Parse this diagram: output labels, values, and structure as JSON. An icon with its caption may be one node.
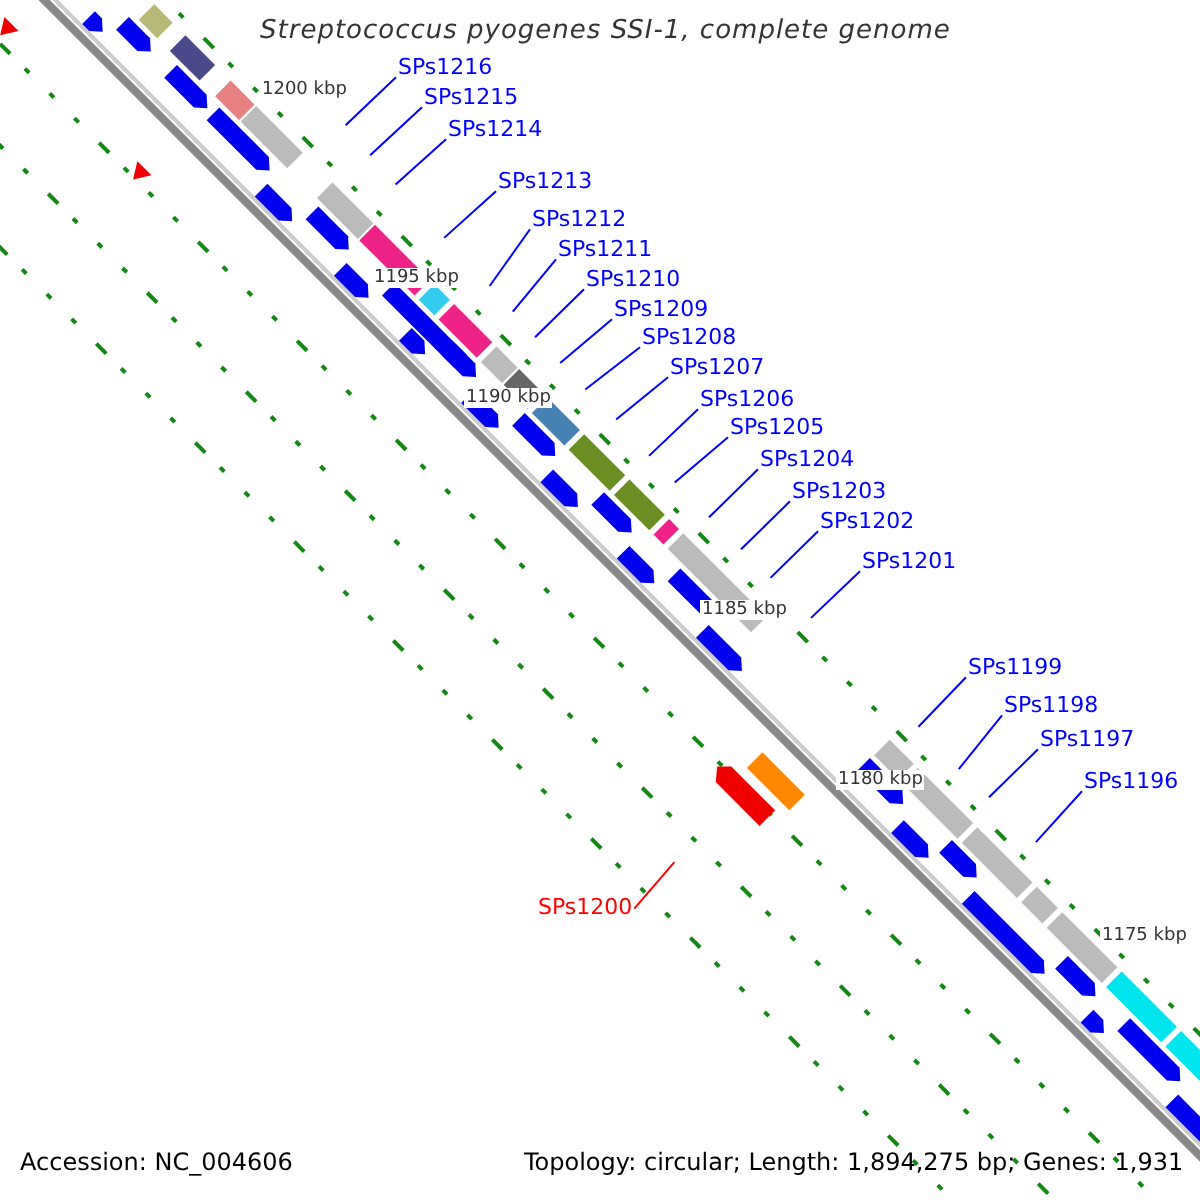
{
  "diagram": {
    "title": "Streptococcus pyogenes SSI-1, complete genome",
    "nodes": [
      {
        "text": [
          "SPs1216"
        ]
      },
      {
        "text": [
          "SPs1215"
        ]
      },
      {
        "text": [
          "SPs1214"
        ]
      },
      {
        "text": [
          "SPs1213"
        ]
      },
      {
        "text": [
          "SPs1212"
        ]
      },
      {
        "text": [
          "SPs1211"
        ]
      },
      {
        "text": [
          "SPs1210"
        ]
      },
      {
        "text": [
          "SPs1209"
        ]
      },
      {
        "text": [
          "SPs1208"
        ]
      },
      {
        "text": [
          "SPs1207"
        ]
      },
      {
        "text": [
          "SPs1206"
        ]
      },
      {
        "text": [
          "SPs1205"
        ]
      },
      {
        "text": [
          "SPs1204"
        ]
      },
      {
        "text": [
          "SPs1203"
        ]
      },
      {
        "text": [
          "SPs1202"
        ]
      },
      {
        "text": [
          "SPs1201"
        ]
      },
      {
        "text": [
          "SPs1199"
        ]
      },
      {
        "text": [
          "SPs1198"
        ]
      },
      {
        "text": [
          "SPs1197"
        ]
      },
      {
        "text": [
          "SPs1196"
        ]
      },
      {
        "text": [
          "SPs1200"
        ]
      }
    ],
    "edges": [
      {
        "from": 0,
        "to": null,
        "arrow": "none"
      },
      {
        "from": 1,
        "to": null,
        "arrow": "none"
      },
      {
        "from": 2,
        "to": null,
        "arrow": "none"
      },
      {
        "from": 3,
        "to": null,
        "arrow": "none"
      },
      {
        "from": 4,
        "to": null,
        "arrow": "none"
      },
      {
        "from": 5,
        "to": null,
        "arrow": "none"
      },
      {
        "from": 6,
        "to": null,
        "arrow": "none"
      },
      {
        "from": 7,
        "to": null,
        "arrow": "none"
      },
      {
        "from": 8,
        "to": null,
        "arrow": "none"
      },
      {
        "from": 9,
        "to": null,
        "arrow": "none"
      },
      {
        "from": 10,
        "to": null,
        "arrow": "none"
      },
      {
        "from": 11,
        "to": null,
        "arrow": "none"
      },
      {
        "from": 12,
        "to": null,
        "arrow": "none"
      },
      {
        "from": 13,
        "to": null,
        "arrow": "none"
      },
      {
        "from": 14,
        "to": null,
        "arrow": "none"
      },
      {
        "from": 15,
        "to": null,
        "arrow": "none"
      },
      {
        "from": 16,
        "to": null,
        "arrow": "none"
      },
      {
        "from": 17,
        "to": null,
        "arrow": "none"
      },
      {
        "from": 18,
        "to": null,
        "arrow": "none"
      },
      {
        "from": 19,
        "to": null,
        "arrow": "none"
      },
      {
        "from": 20,
        "to": null,
        "arrow": "none",
        "color": "#ff0000"
      }
    ],
    "labels": [
      "1200 kbp",
      "1195 kbp",
      "1190 kbp",
      "1185 kbp",
      "1180 kbp",
      "1175 kbp",
      "Accession: NC_004606",
      "Topology: circular; Length: 1,894,275 bp; Genes: 1,931"
    ]
  }
}
